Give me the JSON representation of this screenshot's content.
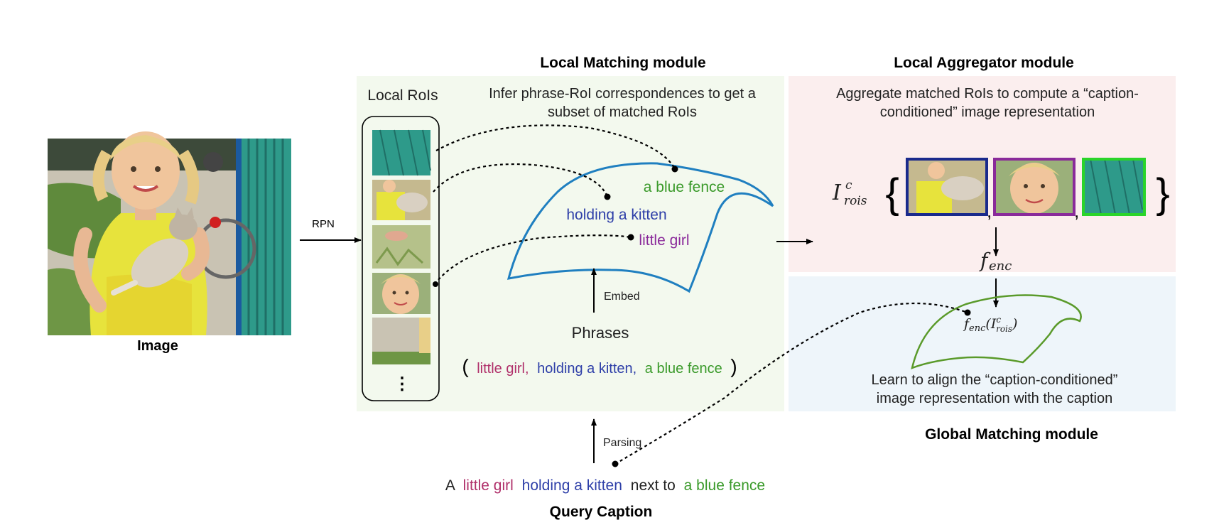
{
  "image_label": "Image",
  "rpn_label": "RPN",
  "local_rois_label": "Local RoIs",
  "local_rois_more": "⋮",
  "local_matching": {
    "title": "Local Matching module",
    "desc_line1": "Infer phrase-RoI correspondences to get a",
    "desc_line2": "subset of matched RoIs"
  },
  "embedding_phrases": {
    "blue_fence": "a blue fence",
    "holding_kitten": "holding a kitten",
    "little_girl": "little girl"
  },
  "embed_label": "Embed",
  "phrases_label": "Phrases",
  "phrase_list": {
    "open_paren": "(",
    "p1": "little girl,",
    "p2": "holding a kitten,",
    "p3": "a blue fence",
    "close_paren": ")"
  },
  "parsing_label": "Parsing",
  "query_caption": {
    "w1": "A",
    "w2": "little girl",
    "w3": "holding a kitten",
    "w4": "next to",
    "w5": "a blue fence",
    "label": "Query Caption"
  },
  "local_aggregator": {
    "title": "Local Aggregator module",
    "desc_line1": "Aggregate matched RoIs to compute a “caption-",
    "desc_line2": "conditioned” image representation"
  },
  "math": {
    "I": "I",
    "I_sup": "c",
    "I_sub": "rois",
    "f": "f",
    "f_sub": "enc",
    "f_full": "f",
    "f_full_sub": "enc",
    "f_full_open": "(",
    "f_full_I": "I",
    "f_full_I_sup": "c",
    "f_full_I_sub": "rois",
    "f_full_close": ")"
  },
  "global_matching": {
    "title": "Global Matching module",
    "desc_line1": "Learn to align the “caption-conditioned”",
    "desc_line2": "image representation with the caption"
  },
  "set_braces": {
    "open": "{",
    "close": "}",
    "comma": ","
  },
  "colors": {
    "pink_phrase": "#b0306a",
    "blue_phrase": "#2e3fa8",
    "green_phrase": "#3a9a2a",
    "manifold_blue": "#1f7fc0",
    "manifold_green": "#5a9a2a",
    "local_matching_bg": "#f3f9ee",
    "aggregator_bg": "#fbeeee",
    "global_bg": "#eef5fa",
    "box_navy": "#1a2a8c",
    "box_purple": "#8a2a9a",
    "box_green": "#2ad42a"
  }
}
